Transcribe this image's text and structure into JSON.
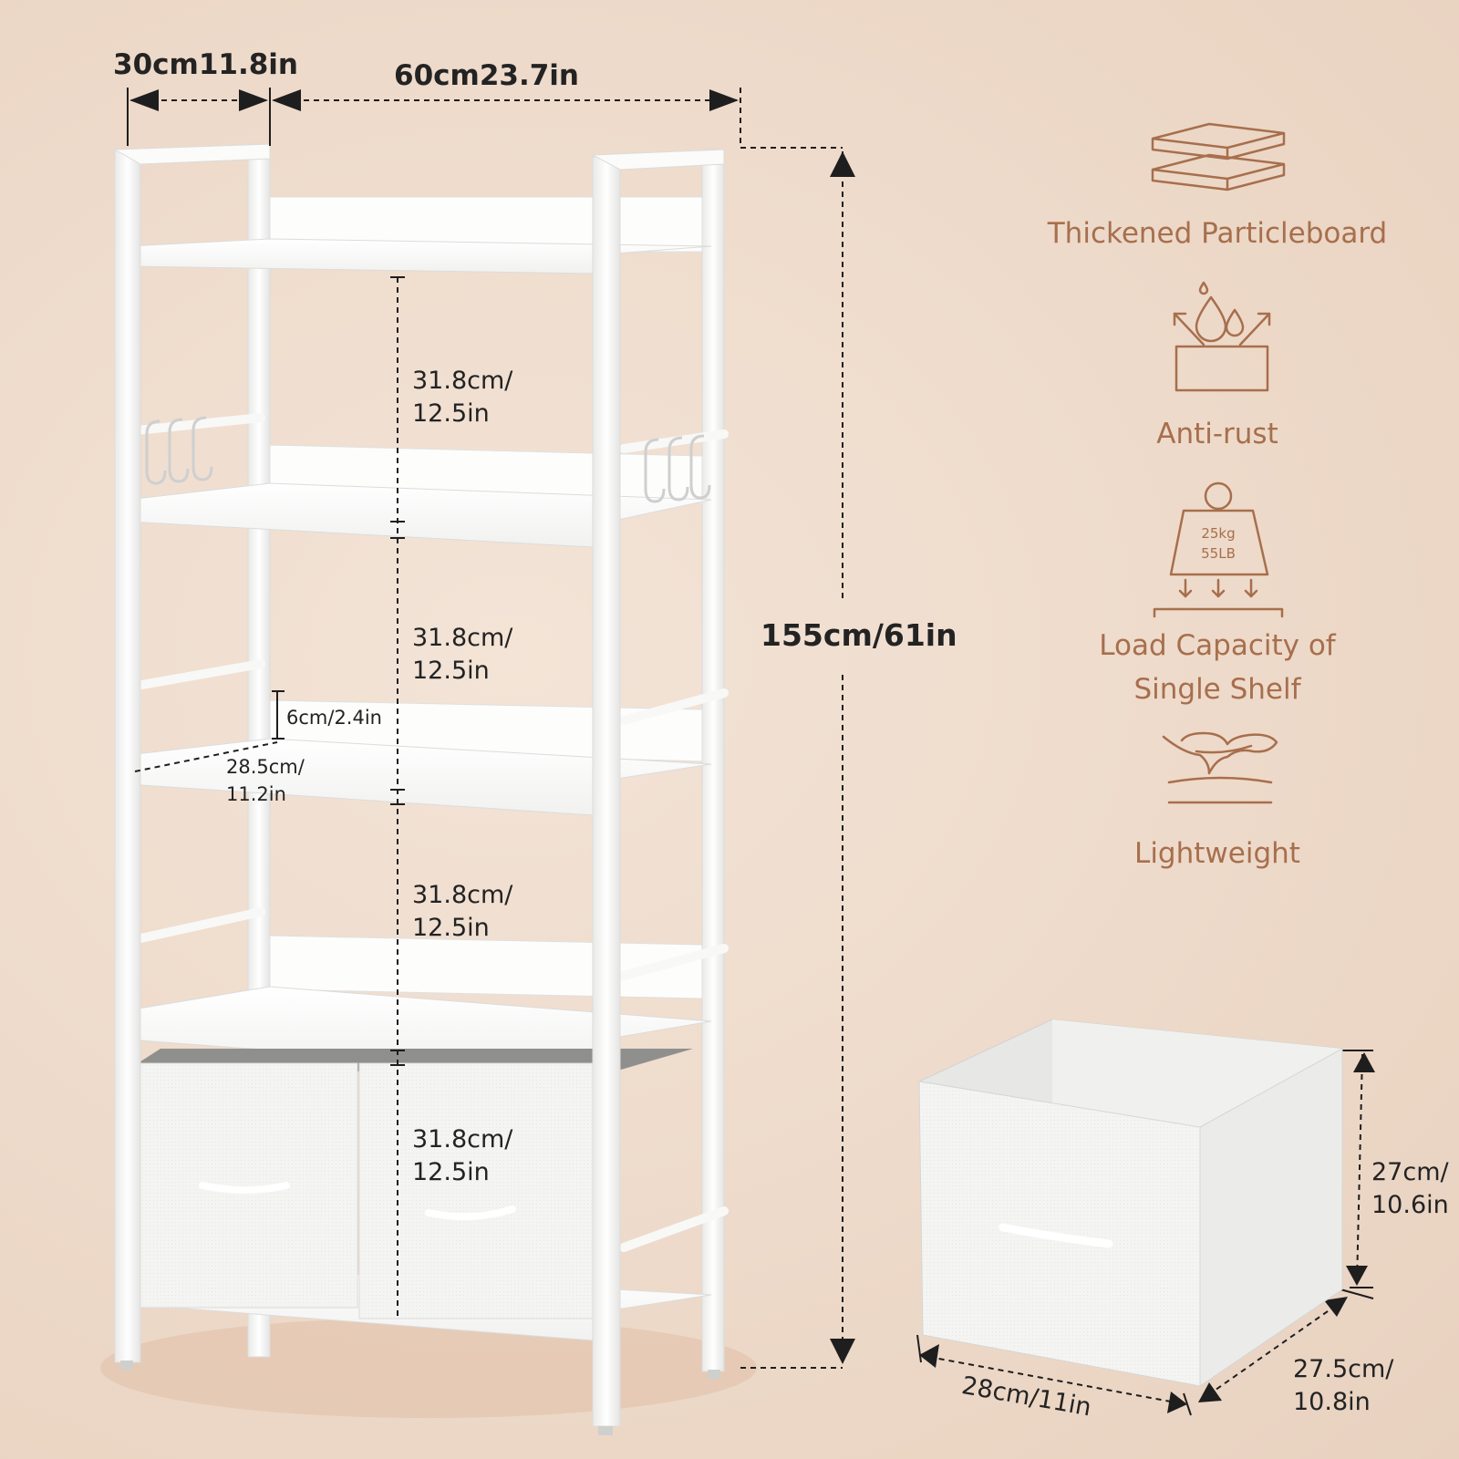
{
  "dimensions": {
    "depth": "30cm11.8in",
    "width": "60cm23.7in",
    "height": "155cm/61in",
    "shelf_gaps": [
      {
        "cm": "31.8cm/",
        "in": "12.5in"
      },
      {
        "cm": "31.8cm/",
        "in": "12.5in"
      },
      {
        "cm": "31.8cm/",
        "in": "12.5in"
      },
      {
        "cm": "31.8cm/",
        "in": "12.5in"
      }
    ],
    "guard_height": "6cm/2.4in",
    "shelf_depth": {
      "cm": "28.5cm/",
      "in": "11.2in"
    },
    "bin_height": {
      "cm": "27cm/",
      "in": "10.6in"
    },
    "bin_width": "28cm/11in",
    "bin_depth": {
      "cm": "27.5cm/",
      "in": "10.8in"
    }
  },
  "features": [
    {
      "icon": "layered-boards-icon",
      "label": "Thickened Particleboard"
    },
    {
      "icon": "water-drops-icon",
      "label": "Anti-rust"
    },
    {
      "icon": "weight-icon",
      "label_line1": "Load Capacity of",
      "label_line2": "Single Shelf",
      "weight_kg": "25kg",
      "weight_lb": "55LB"
    },
    {
      "icon": "feather-icon",
      "label": "Lightweight"
    }
  ],
  "colors": {
    "background": "#efdccd",
    "accent": "#a76f4d",
    "text": "#232323",
    "furniture": "#fbfbfa"
  }
}
